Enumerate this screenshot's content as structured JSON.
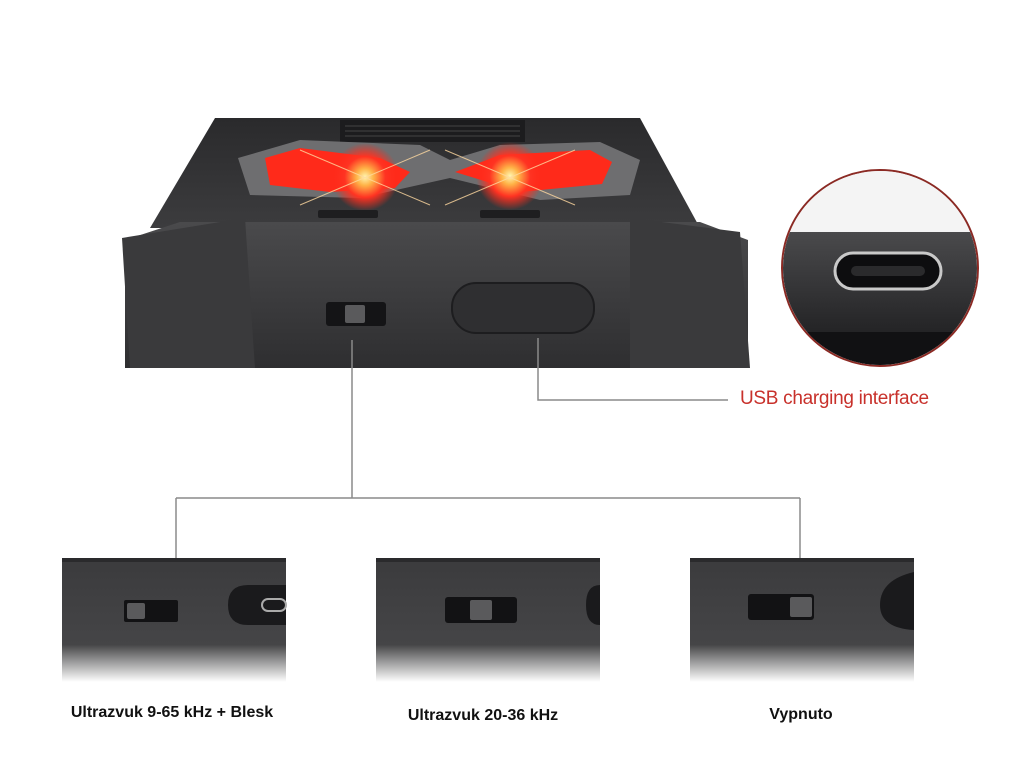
{
  "callout": {
    "usb_label": "USB charging interface"
  },
  "modes": [
    {
      "label": "Ultrazvuk 9-65 kHz + Blesk"
    },
    {
      "label": "Ultrazvuk 20-36 kHz"
    },
    {
      "label": "Vypnuto"
    }
  ],
  "colors": {
    "callout_text": "#c8312b",
    "led_glow": "#ff2a1a",
    "device_body": "#3a3a3c",
    "leader_line": "#8a8a8a"
  }
}
